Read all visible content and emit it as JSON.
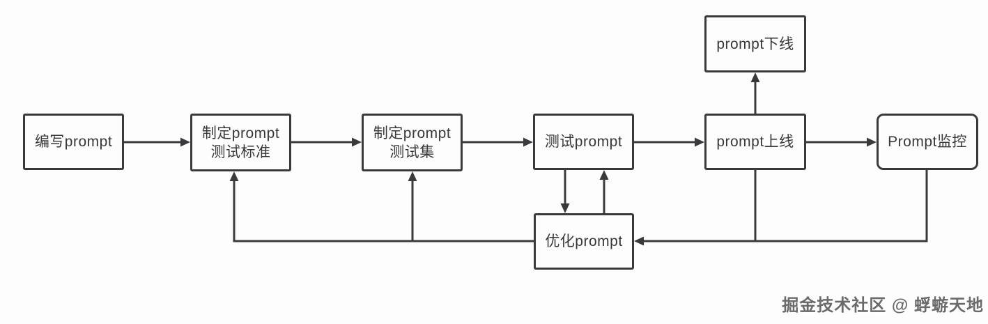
{
  "diagram": {
    "nodes": {
      "write_prompt": {
        "label": "编写prompt"
      },
      "define_test_standard": {
        "label": "制定prompt\n测试标准"
      },
      "define_test_set": {
        "label": "制定prompt\n测试集"
      },
      "test_prompt": {
        "label": "测试prompt"
      },
      "prompt_online": {
        "label": "prompt上线"
      },
      "prompt_monitor": {
        "label": "Prompt监控"
      },
      "prompt_offline": {
        "label": "prompt下线"
      },
      "optimize_prompt": {
        "label": "优化prompt"
      }
    },
    "edges": [
      {
        "from": "write_prompt",
        "to": "define_test_standard"
      },
      {
        "from": "define_test_standard",
        "to": "define_test_set"
      },
      {
        "from": "define_test_set",
        "to": "test_prompt"
      },
      {
        "from": "test_prompt",
        "to": "prompt_online"
      },
      {
        "from": "prompt_online",
        "to": "prompt_monitor"
      },
      {
        "from": "prompt_online",
        "to": "prompt_offline"
      },
      {
        "from": "test_prompt",
        "to": "optimize_prompt"
      },
      {
        "from": "optimize_prompt",
        "to": "test_prompt"
      },
      {
        "from": "prompt_monitor",
        "to": "optimize_prompt"
      },
      {
        "from": "prompt_online",
        "to": "optimize_prompt"
      },
      {
        "from": "optimize_prompt",
        "to": "define_test_standard"
      },
      {
        "from": "optimize_prompt",
        "to": "define_test_set"
      }
    ]
  },
  "watermark": {
    "text": "掘金技术社区 @ 蜉蝣天地"
  },
  "colors": {
    "line": "#3a3a3c",
    "box_border": "#3a3a3c",
    "box_fill": "#fdfdfd",
    "text": "#38383a",
    "background": "#fdfdfd",
    "watermark": "#6a6a6a"
  }
}
